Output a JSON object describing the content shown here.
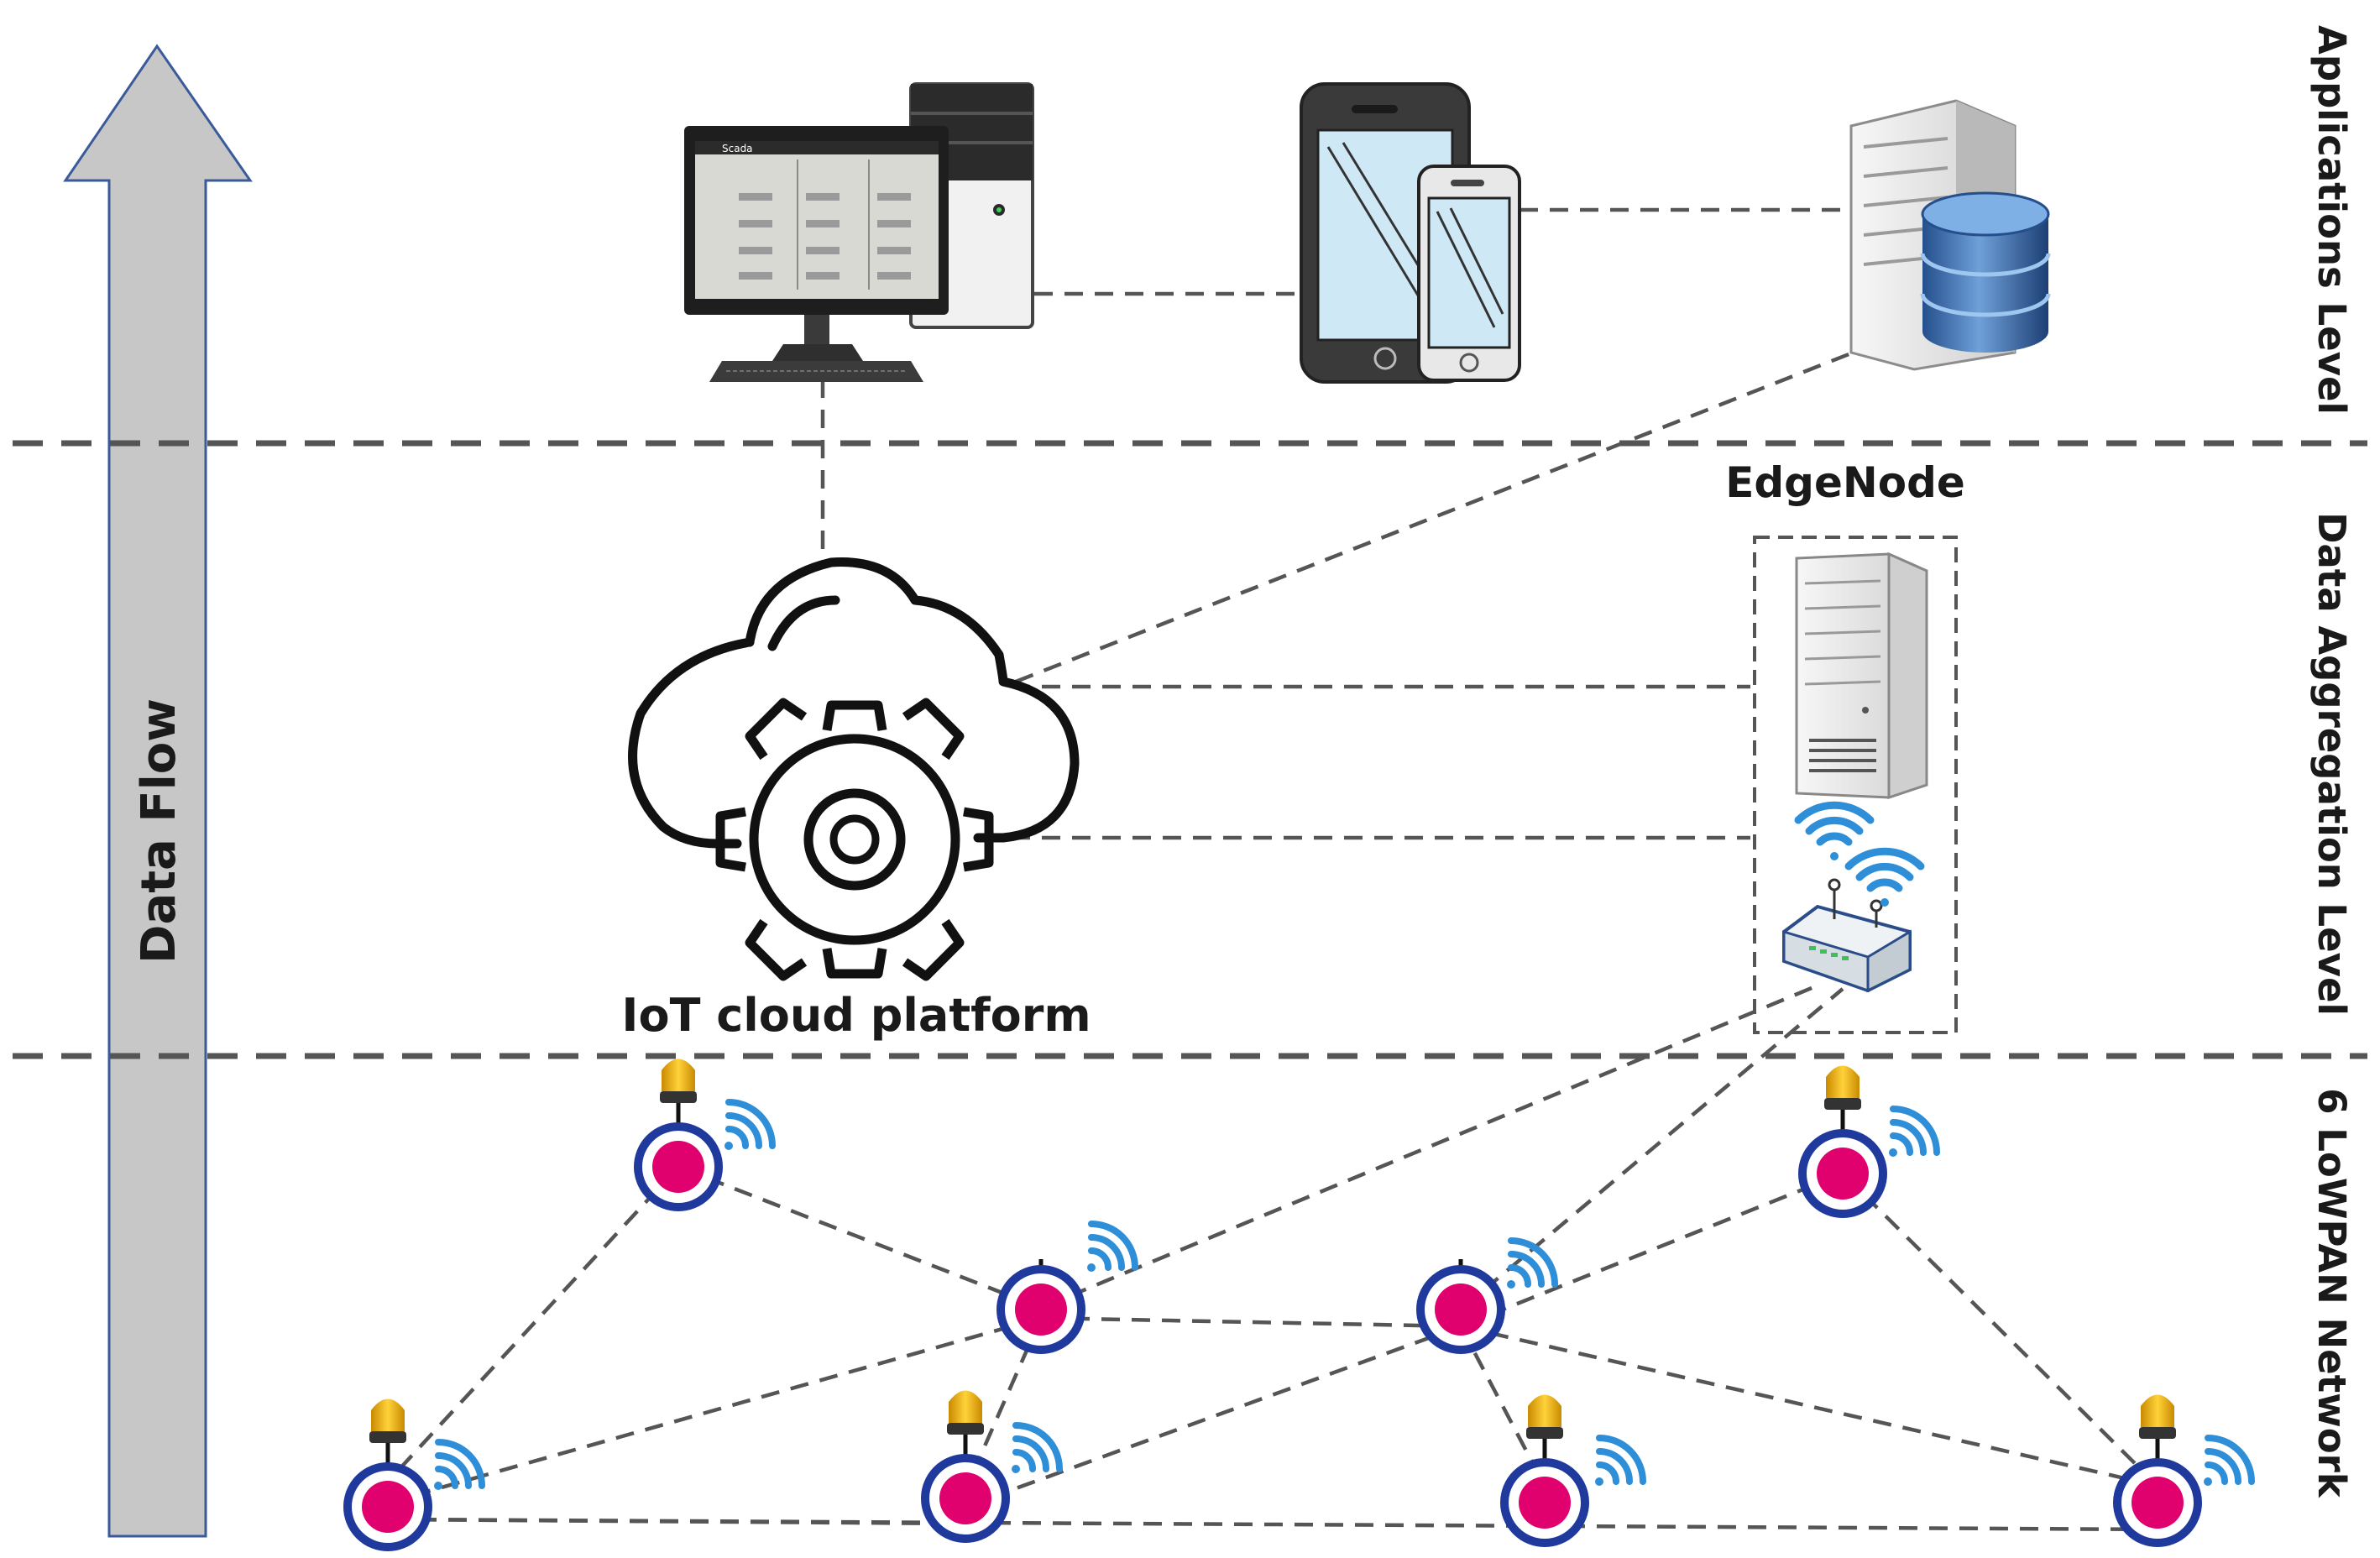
{
  "arrow": {
    "label": "Data Flow"
  },
  "levels": [
    {
      "name": "Applications Level"
    },
    {
      "name": "Data Aggregation Level"
    },
    {
      "name": "6 LoWPAN Network"
    }
  ],
  "cloud": {
    "label": "IoT cloud platform"
  },
  "edge": {
    "label": "EdgeNode"
  },
  "screen": {
    "app_title": "Scada"
  },
  "icons": {
    "computer": "desktop-computer-icon",
    "phones": "smartphones-icon",
    "server": "database-server-icon",
    "cloud": "cloud-gear-icon",
    "tower": "tower-pc-icon",
    "router": "wifi-router-icon",
    "sensor": "sensor-node-icon",
    "beacon": "beacon-light-icon",
    "wifi": "wifi-signal-icon"
  },
  "colors": {
    "node_fill": "#e0006e",
    "node_ring": "#1f3a9c",
    "beacon": "#f2b200",
    "wifi": "#2f8ed8",
    "dash": "#555555",
    "arrow_fill": "#c7c7c7",
    "arrow_stroke": "#3a5a9a"
  }
}
